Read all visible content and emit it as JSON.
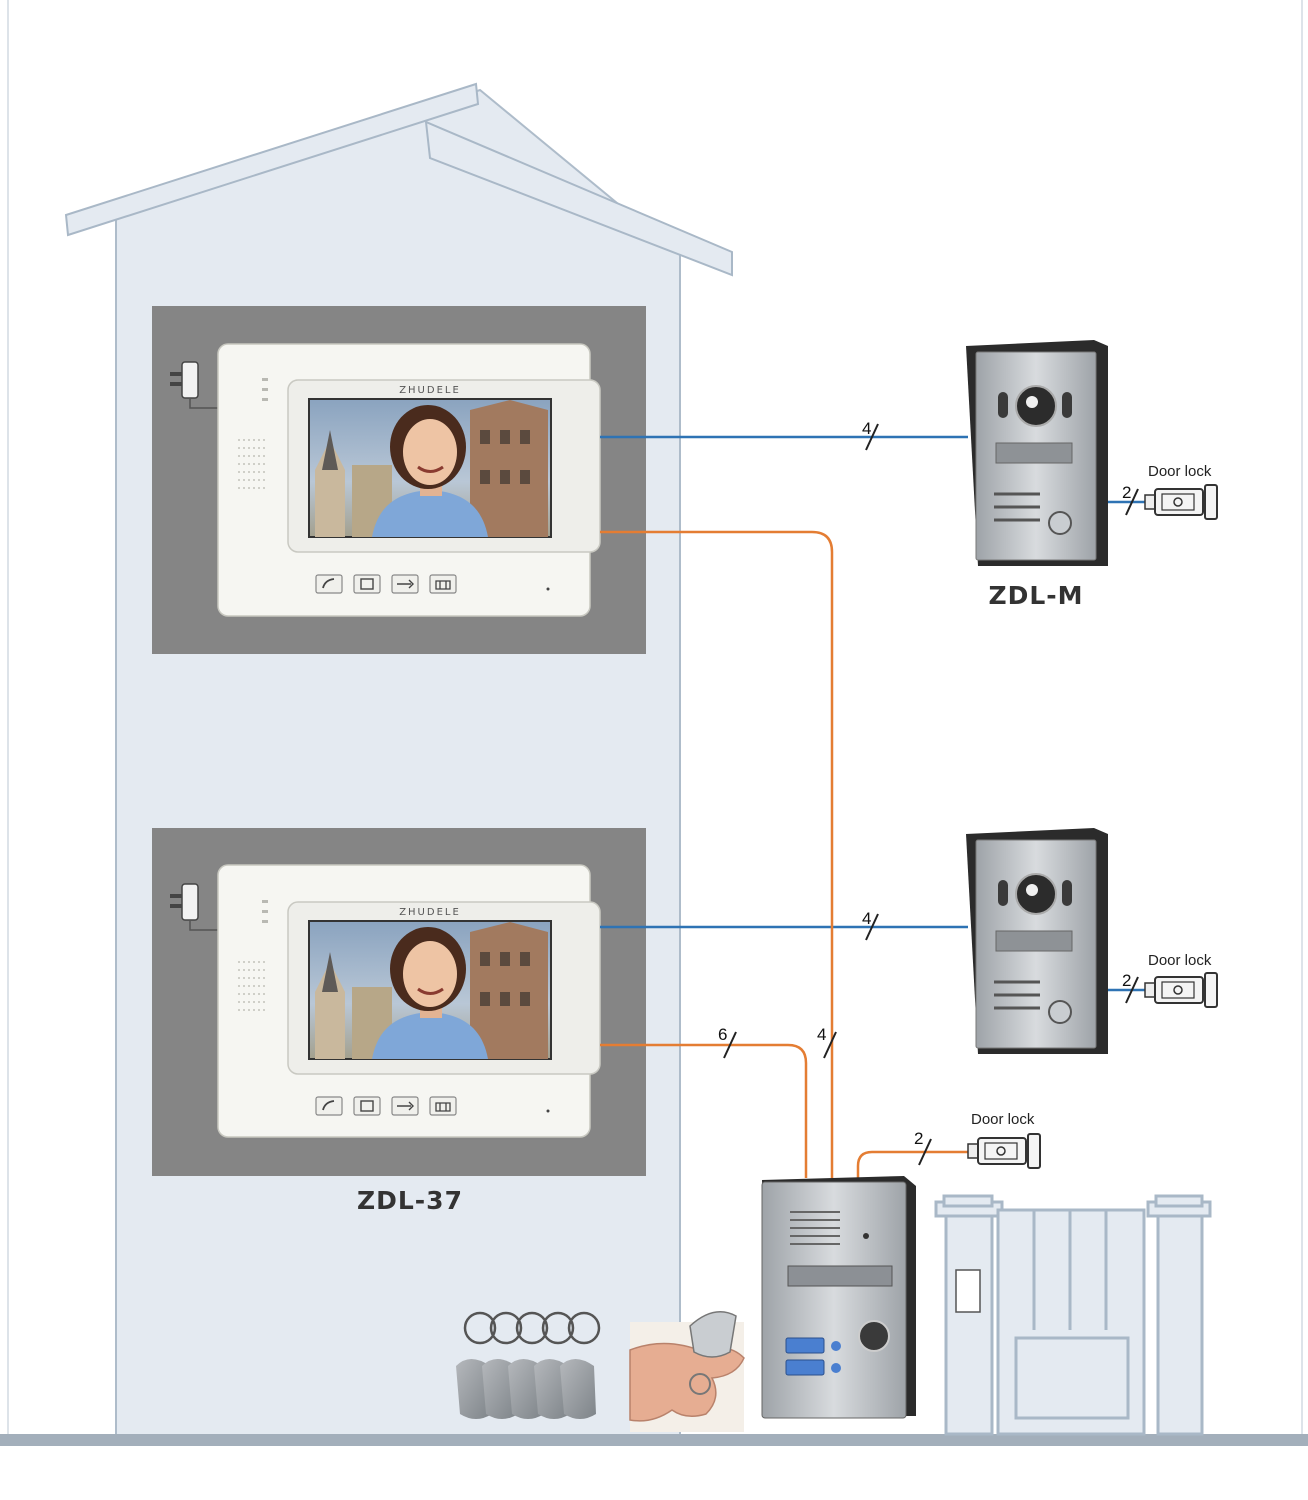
{
  "monitors": [
    {
      "brand": "ZHUDELE"
    },
    {
      "brand": "ZHUDELE"
    }
  ],
  "labels": {
    "monitor_model": "ZDL-37",
    "doorbell_model": "ZDL-M"
  },
  "door_lock_label": "Door lock",
  "wire_counts": {
    "monitor1_to_door1": "4",
    "monitor2_to_door2": "4",
    "monitor2_to_gate": "6",
    "monitor1_to_gate": "4",
    "door1_to_lock": "2",
    "door2_to_lock": "2",
    "gate_to_lock": "2"
  },
  "colors": {
    "building": "#e4eaf1",
    "building_outline": "#aebcca",
    "panel": "#858585",
    "video_wire": "#2e73b4",
    "power_wire": "#e47d33",
    "ground": "#a3afbb"
  }
}
